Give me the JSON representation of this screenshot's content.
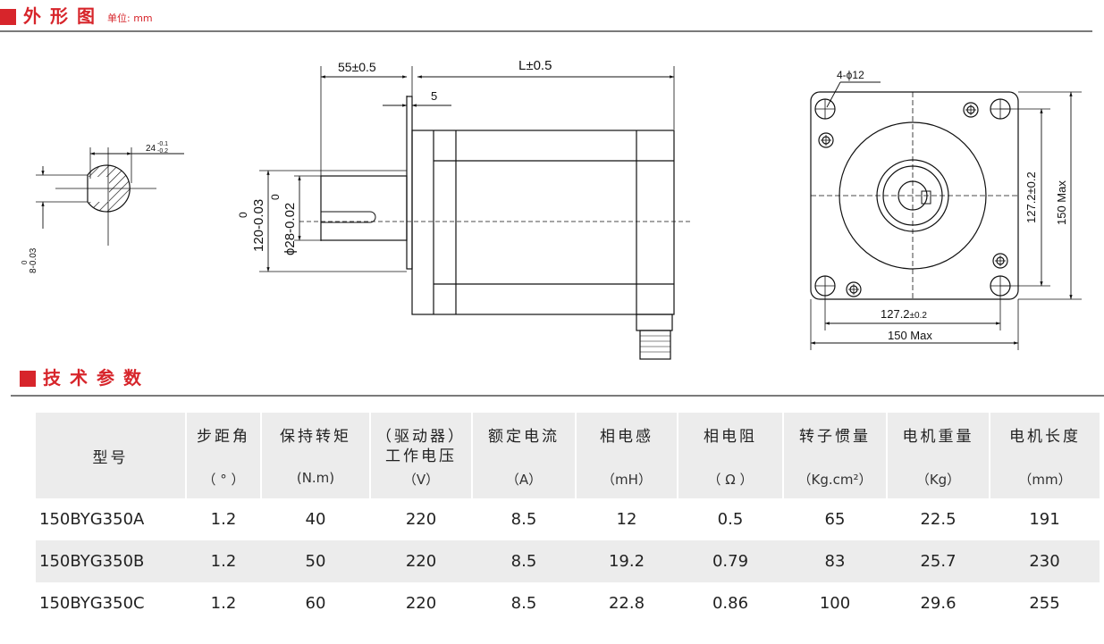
{
  "outline": {
    "title": "外形图",
    "unit": "单位: mm"
  },
  "specs": {
    "title": "技术参数"
  },
  "drawing": {
    "dims": {
      "shaft_len": "55±0.5",
      "body_len": "L±0.5",
      "flange": "5",
      "key_top": "24",
      "key_top_tol_hi": "-0.1",
      "key_top_tol_lo": "-0.2",
      "key_side_hi": "0",
      "key_side": "8-0.03",
      "pilot_hi": "0",
      "pilot": "120-0.03",
      "shaft_hi": "0",
      "shaft": "ϕ28-0.02",
      "holes": "4-ϕ12",
      "bolt_v": "127.2±0.2",
      "max_v": "150 Max",
      "bolt_h_main": "127.2",
      "bolt_h_tol": "±0.2",
      "max_h": "150 Max"
    }
  },
  "table": {
    "model_header": "型号",
    "columns": [
      {
        "name": "步距角",
        "unit": "（ ° ）"
      },
      {
        "name": "保持转矩",
        "unit": "(N.m)"
      },
      {
        "name": "（驱动器）",
        "name2": "工作电压",
        "unit": "（V）"
      },
      {
        "name": "额定电流",
        "unit": "（A）"
      },
      {
        "name": "相电感",
        "unit": "（mH）"
      },
      {
        "name": "相电阻",
        "unit": "（ Ω ）"
      },
      {
        "name": "转子惯量",
        "unit": "（Kg.cm²）"
      },
      {
        "name": "电机重量",
        "unit": "（Kg）"
      },
      {
        "name": "电机长度",
        "unit": "（mm）"
      }
    ],
    "rows": [
      [
        "150BYG350A",
        "1.2",
        "40",
        "220",
        "8.5",
        "12",
        "0.5",
        "65",
        "22.5",
        "191"
      ],
      [
        "150BYG350B",
        "1.2",
        "50",
        "220",
        "8.5",
        "19.2",
        "0.79",
        "83",
        "25.7",
        "230"
      ],
      [
        "150BYG350C",
        "1.2",
        "60",
        "220",
        "8.5",
        "22.8",
        "0.86",
        "100",
        "29.6",
        "255"
      ]
    ]
  }
}
